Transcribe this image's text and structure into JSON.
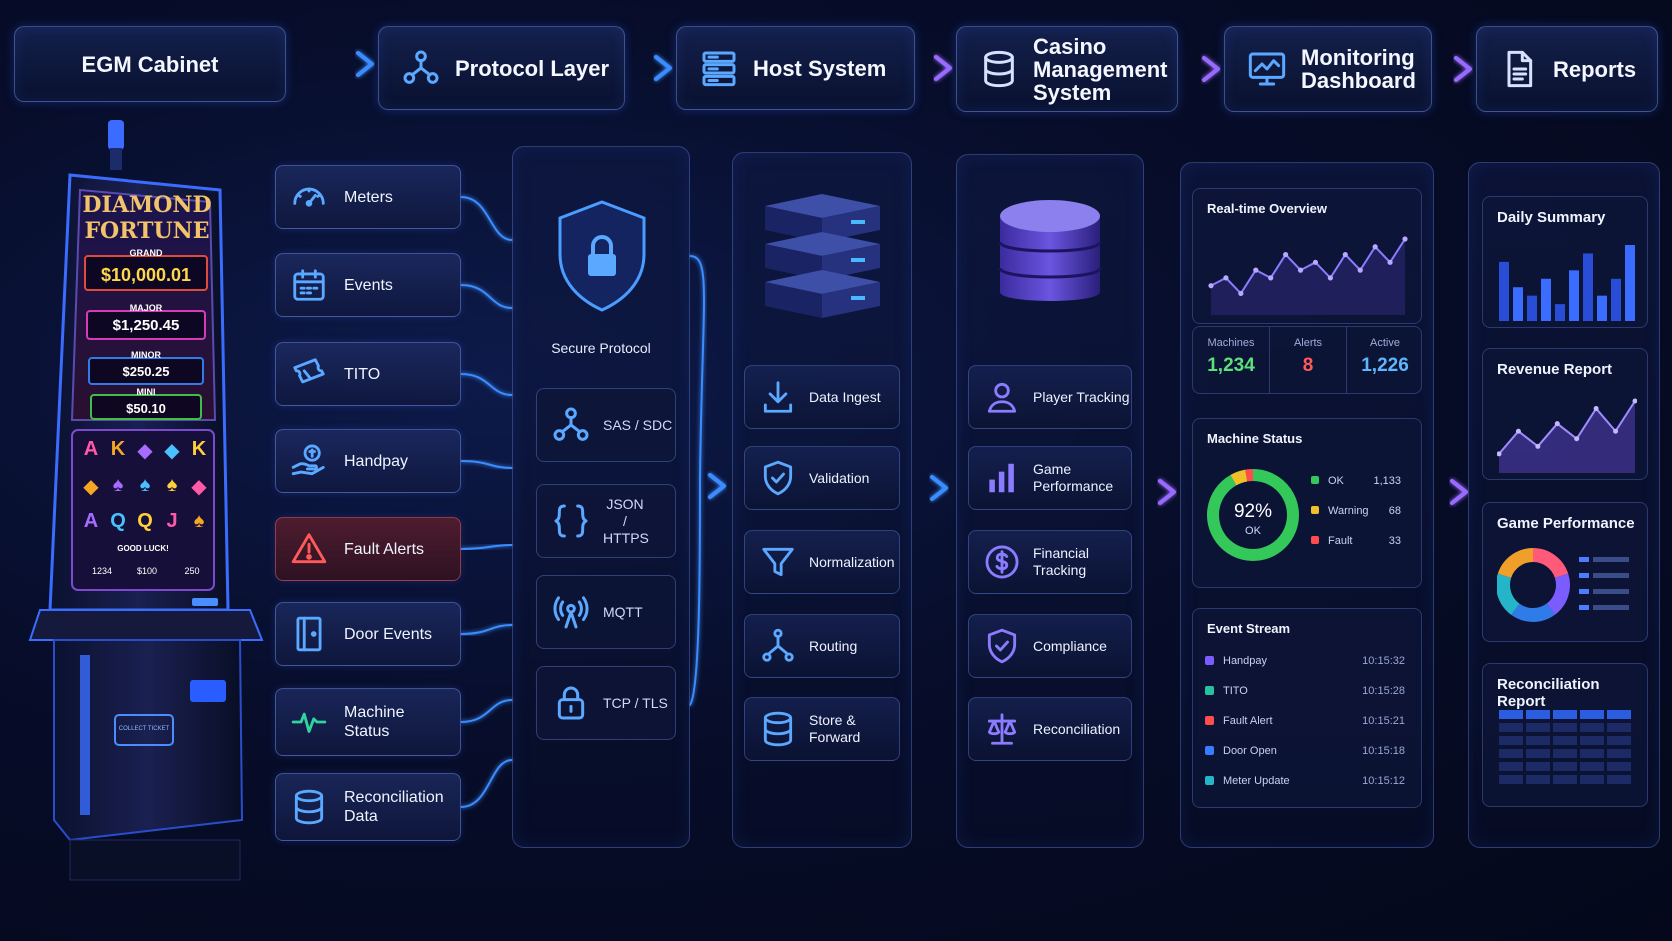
{
  "pipeline": [
    {
      "label": "EGM Cabinet",
      "icon": "none"
    },
    {
      "label": "Protocol Layer",
      "icon": "network-nodes-icon"
    },
    {
      "label": "Host System",
      "icon": "server-icon"
    },
    {
      "label": "Casino Management System",
      "icon": "database-icon"
    },
    {
      "label": "Monitoring Dashboard",
      "icon": "monitor-chart-icon"
    },
    {
      "label": "Reports",
      "icon": "document-icon"
    }
  ],
  "machine": {
    "title_line1": "DIAMOND",
    "title_line2": "FORTUNE",
    "jackpots": [
      {
        "label": "GRAND",
        "amount": "$10,000.01",
        "color": "#e04a3a"
      },
      {
        "label": "MAJOR",
        "amount": "$1,250.45",
        "color": "#d63bb8"
      },
      {
        "label": "MINOR",
        "amount": "$250.25",
        "color": "#2f7be8"
      },
      {
        "label": "MINI",
        "amount": "$50.10",
        "color": "#3fbf4a"
      }
    ],
    "reel_rows": [
      [
        "A",
        "K",
        "◆",
        "◆",
        "K"
      ],
      [
        "◆",
        "♠",
        "♠",
        "♠",
        "◆"
      ],
      [
        "A",
        "Q",
        "Q",
        "J",
        "♠"
      ]
    ],
    "good_luck": "GOOD LUCK!",
    "status_values": [
      "1234",
      "$100",
      "250"
    ],
    "ticket_label": "COLLECT TICKET"
  },
  "sources": [
    {
      "label": "Meters",
      "icon": "gauge-icon"
    },
    {
      "label": "Events",
      "icon": "calendar-icon"
    },
    {
      "label": "TITO",
      "icon": "ticket-icon"
    },
    {
      "label": "Handpay",
      "icon": "hand-coin-icon"
    },
    {
      "label": "Fault Alerts",
      "icon": "warning-icon",
      "alert": true
    },
    {
      "label": "Door Events",
      "icon": "door-icon"
    },
    {
      "label": "Machine Status",
      "icon": "pulse-icon"
    },
    {
      "label": "Reconciliation Data",
      "icon": "database-icon"
    }
  ],
  "protocol": {
    "title": "Secure Protocol",
    "items": [
      {
        "label": "SAS / SDC",
        "icon": "network-nodes-icon"
      },
      {
        "label": "JSON / HTTPS",
        "icon": "braces-icon"
      },
      {
        "label": "MQTT",
        "icon": "broadcast-icon"
      },
      {
        "label": "TCP / TLS",
        "icon": "lock-icon"
      }
    ]
  },
  "host": {
    "items": [
      {
        "label": "Data Ingest",
        "icon": "download-icon"
      },
      {
        "label": "Validation",
        "icon": "shield-check-icon"
      },
      {
        "label": "Normalization",
        "icon": "filter-icon"
      },
      {
        "label": "Routing",
        "icon": "routing-icon"
      },
      {
        "label": "Store & Forward",
        "icon": "database-icon"
      }
    ]
  },
  "cms": {
    "items": [
      {
        "label": "Player Tracking",
        "icon": "user-icon"
      },
      {
        "label": "Game Performance",
        "icon": "bar-chart-icon"
      },
      {
        "label": "Financial Tracking",
        "icon": "dollar-icon"
      },
      {
        "label": "Compliance",
        "icon": "shield-check-icon"
      },
      {
        "label": "Reconciliation",
        "icon": "scales-icon"
      }
    ]
  },
  "dashboard": {
    "overview_title": "Real-time Overview",
    "overview_series": [
      3,
      4,
      2,
      5,
      4,
      7,
      5,
      6,
      4,
      7,
      5,
      8,
      6,
      9
    ],
    "metrics": [
      {
        "label": "Machines",
        "value": "1,234",
        "color": "#5be07a"
      },
      {
        "label": "Alerts",
        "value": "8",
        "color": "#ff5a5a"
      },
      {
        "label": "Active",
        "value": "1,226",
        "color": "#5fb6ff"
      }
    ],
    "status_title": "Machine Status",
    "donut_value": "92%",
    "donut_label": "OK",
    "status_items": [
      {
        "label": "OK",
        "value": "1,133",
        "color": "#34c759"
      },
      {
        "label": "Warning",
        "value": "68",
        "color": "#f0c02a"
      },
      {
        "label": "Fault",
        "value": "33",
        "color": "#ff4d4d"
      }
    ],
    "events_title": "Event Stream",
    "events": [
      {
        "label": "Handpay",
        "time": "10:15:32",
        "color": "#7b5cff"
      },
      {
        "label": "TITO",
        "time": "10:15:28",
        "color": "#25c2a0"
      },
      {
        "label": "Fault Alert",
        "time": "10:15:21",
        "color": "#ff4d4d"
      },
      {
        "label": "Door Open",
        "time": "10:15:18",
        "color": "#3a7bff"
      },
      {
        "label": "Meter Update",
        "time": "10:15:12",
        "color": "#25b5c8"
      }
    ]
  },
  "reports": [
    {
      "title": "Daily Summary",
      "kind": "bars",
      "values": [
        7,
        4,
        3,
        5,
        2,
        6,
        8,
        3,
        5,
        9
      ]
    },
    {
      "title": "Revenue Report",
      "kind": "line",
      "values": [
        2,
        5,
        3,
        6,
        4,
        8,
        5,
        9
      ]
    },
    {
      "title": "Game Performance",
      "kind": "donut"
    },
    {
      "title": "Reconciliation Report",
      "kind": "table"
    }
  ],
  "colors": {
    "accent": "#3a8dff",
    "purple": "#9a6bff",
    "background": "#050a1f"
  }
}
